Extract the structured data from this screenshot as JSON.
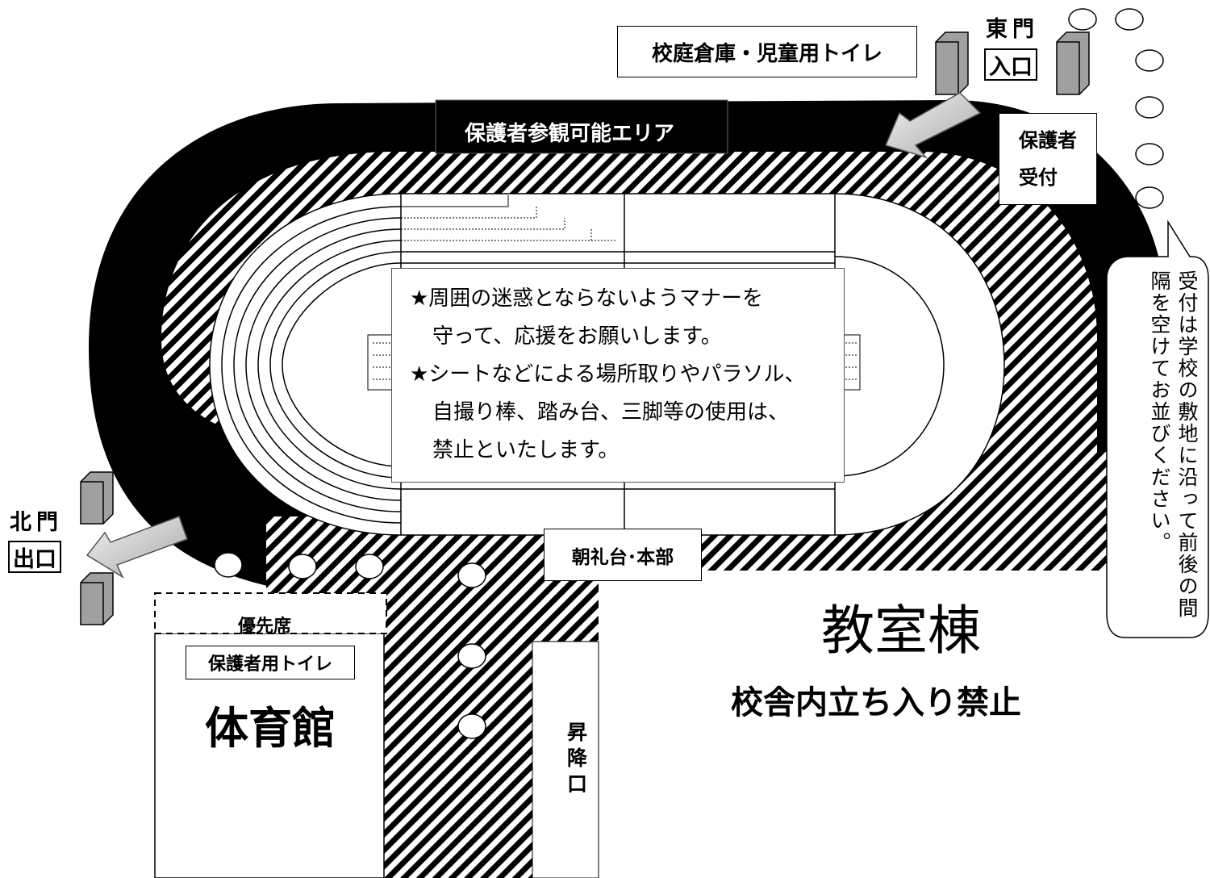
{
  "labels": {
    "storage_toilet": "校庭倉庫・児童用トイレ",
    "east_gate": "東門",
    "entrance": "入口",
    "viewing_area": "保護者参観可能エリア",
    "parent_reception": "保護者\n受付",
    "north_gate": "北門",
    "exit": "出口",
    "priority_seats": "優先席",
    "parent_toilet": "保護者用トイレ",
    "gymnasium": "体育館",
    "podium_hq": "朝礼台･本部",
    "stairs_entrance": "昇\n降\n口",
    "classroom_building": "教室棟",
    "no_entry": "校舎内立ち入り禁止"
  },
  "notice": {
    "lines": [
      "★周囲の迷惑とならないようマナーを",
      "守って、応援をお願いします。",
      "★シートなどによる場所取りやパラソル、",
      "自撮り棒、踏み台、三脚等の使用は、",
      "禁止といたします。"
    ]
  },
  "queue_note": "受付は学校の敷地に沿って前後の間隔を空けてお並びください。",
  "colors": {
    "ink": "#000000",
    "gate_pillar": "#a0a0a0",
    "arrow_fill": "#d8d8d8",
    "background": "#ffffff"
  }
}
